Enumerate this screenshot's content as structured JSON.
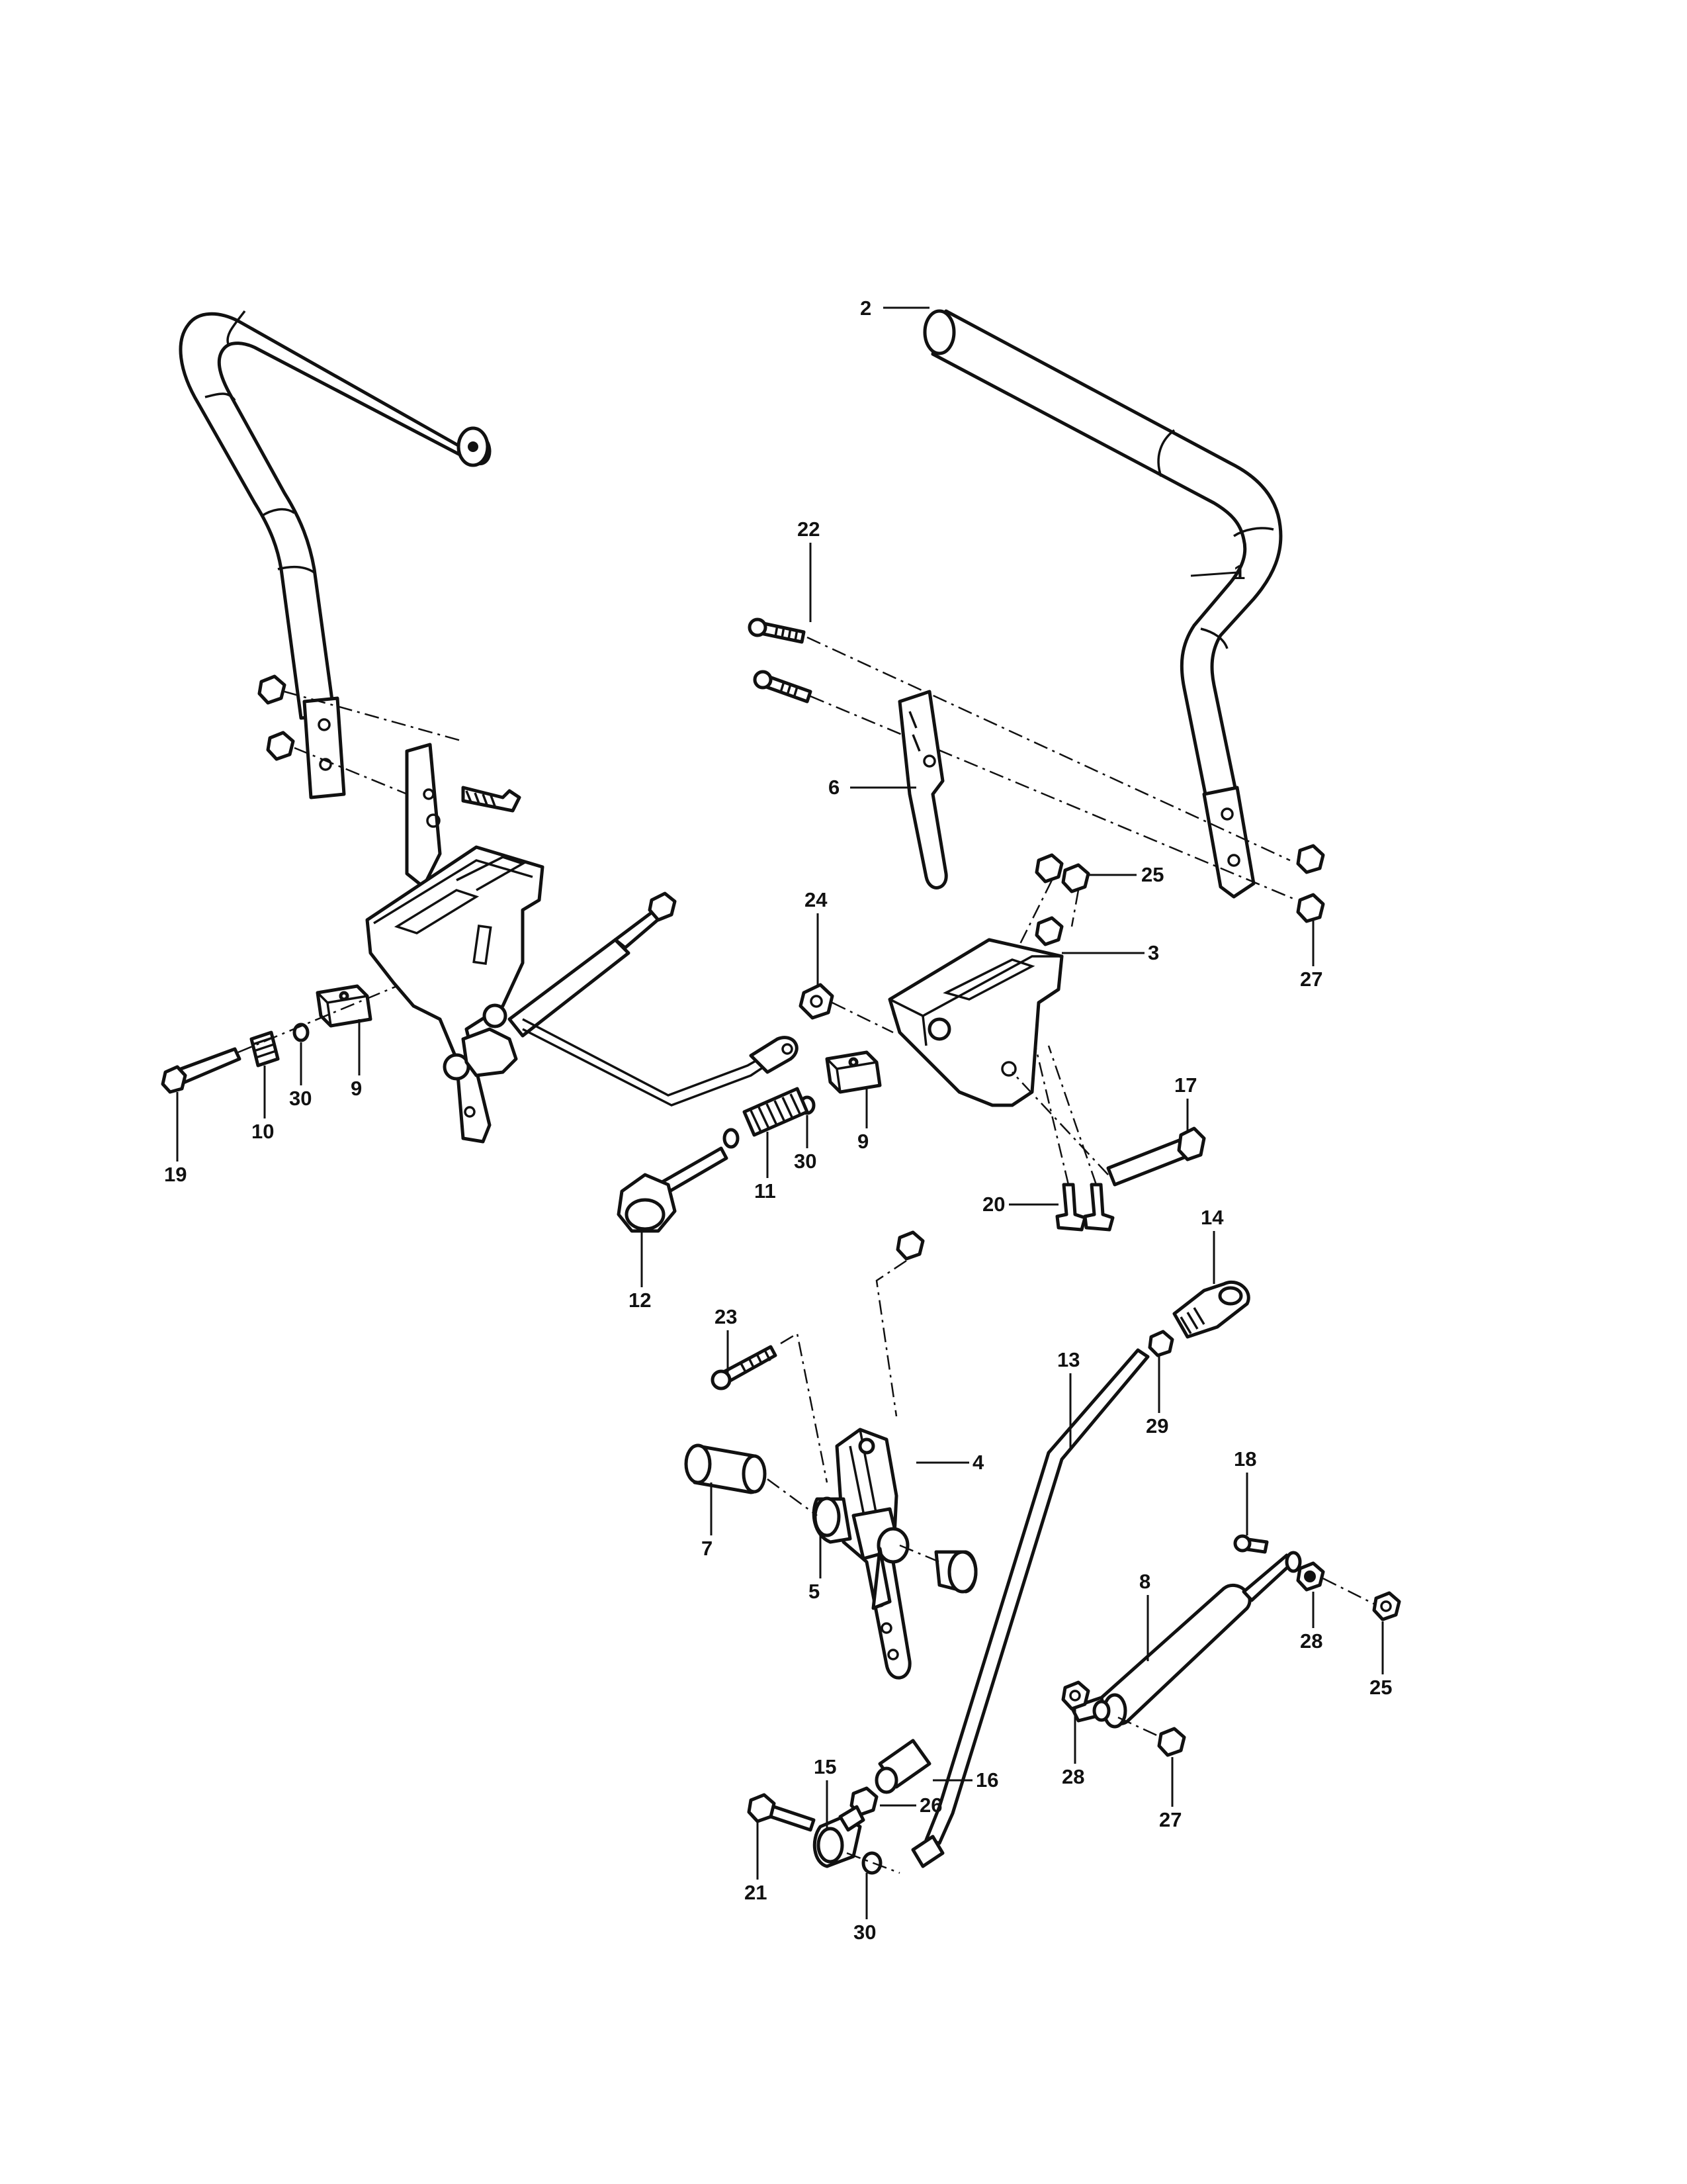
{
  "callouts": [
    {
      "id": "c1",
      "label": "1"
    },
    {
      "id": "c2",
      "label": "2"
    },
    {
      "id": "c3",
      "label": "3"
    },
    {
      "id": "c4",
      "label": "4"
    },
    {
      "id": "c5",
      "label": "5"
    },
    {
      "id": "c6",
      "label": "6"
    },
    {
      "id": "c7",
      "label": "7"
    },
    {
      "id": "c8",
      "label": "8"
    },
    {
      "id": "c9a",
      "label": "9"
    },
    {
      "id": "c9b",
      "label": "9"
    },
    {
      "id": "c10",
      "label": "10"
    },
    {
      "id": "c11",
      "label": "11"
    },
    {
      "id": "c12",
      "label": "12"
    },
    {
      "id": "c13",
      "label": "13"
    },
    {
      "id": "c14",
      "label": "14"
    },
    {
      "id": "c15",
      "label": "15"
    },
    {
      "id": "c16",
      "label": "16"
    },
    {
      "id": "c17",
      "label": "17"
    },
    {
      "id": "c18",
      "label": "18"
    },
    {
      "id": "c19",
      "label": "19"
    },
    {
      "id": "c20",
      "label": "20"
    },
    {
      "id": "c21",
      "label": "21"
    },
    {
      "id": "c22",
      "label": "22"
    },
    {
      "id": "c23",
      "label": "23"
    },
    {
      "id": "c24",
      "label": "24"
    },
    {
      "id": "c25a",
      "label": "25"
    },
    {
      "id": "c25b",
      "label": "25"
    },
    {
      "id": "c26",
      "label": "26"
    },
    {
      "id": "c27a",
      "label": "27"
    },
    {
      "id": "c27b",
      "label": "27"
    },
    {
      "id": "c28a",
      "label": "28"
    },
    {
      "id": "c28b",
      "label": "28"
    },
    {
      "id": "c29",
      "label": "29"
    },
    {
      "id": "c30a",
      "label": "30"
    },
    {
      "id": "c30b",
      "label": "30"
    },
    {
      "id": "c30c",
      "label": "30"
    }
  ]
}
